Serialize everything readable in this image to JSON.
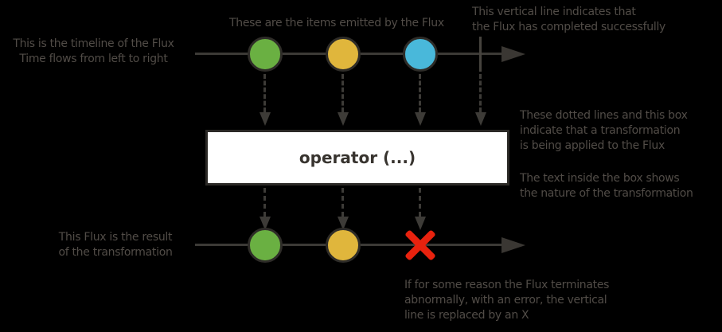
{
  "labels": {
    "timeline_caption": "This is the timeline of the Flux\nTime flows from left to right",
    "items_caption": "These are the items emitted by the Flux",
    "complete_caption": "This vertical line indicates that\nthe Flux has completed successfully",
    "transform_caption": "These dotted lines and this box\nindicate that a transformation\nis being applied to the Flux",
    "box_text_caption": "The text inside the box shows\nthe nature of the transformation",
    "result_caption": "This Flux is the result\nof the transformation",
    "error_caption": "If for some reason the Flux terminates\nabnormally, with an error, the vertical\nline is replaced by an X"
  },
  "operator_box": {
    "label": "operator (...)"
  },
  "source_flux": {
    "marbles": [
      "green",
      "yellow",
      "blue"
    ],
    "terminal": "complete"
  },
  "result_flux": {
    "marbles": [
      "green",
      "yellow"
    ],
    "terminal": "error"
  },
  "colors": {
    "background": "#000000",
    "caption_text": "#514c47",
    "timeline": "#3c3a36",
    "arrowhead": "#3a3733",
    "dashed_line": "#3d3b37",
    "complete_marker": "#46433e",
    "marble_border": "#2e2c28",
    "marble_green": "#6ab042",
    "marble_yellow": "#e0b63c",
    "marble_blue": "#49b8da",
    "error_x": "#e8220e",
    "operator_box_bg": "#ffffff",
    "operator_box_border": "#2b2926",
    "operator_box_text": "#38342f"
  }
}
